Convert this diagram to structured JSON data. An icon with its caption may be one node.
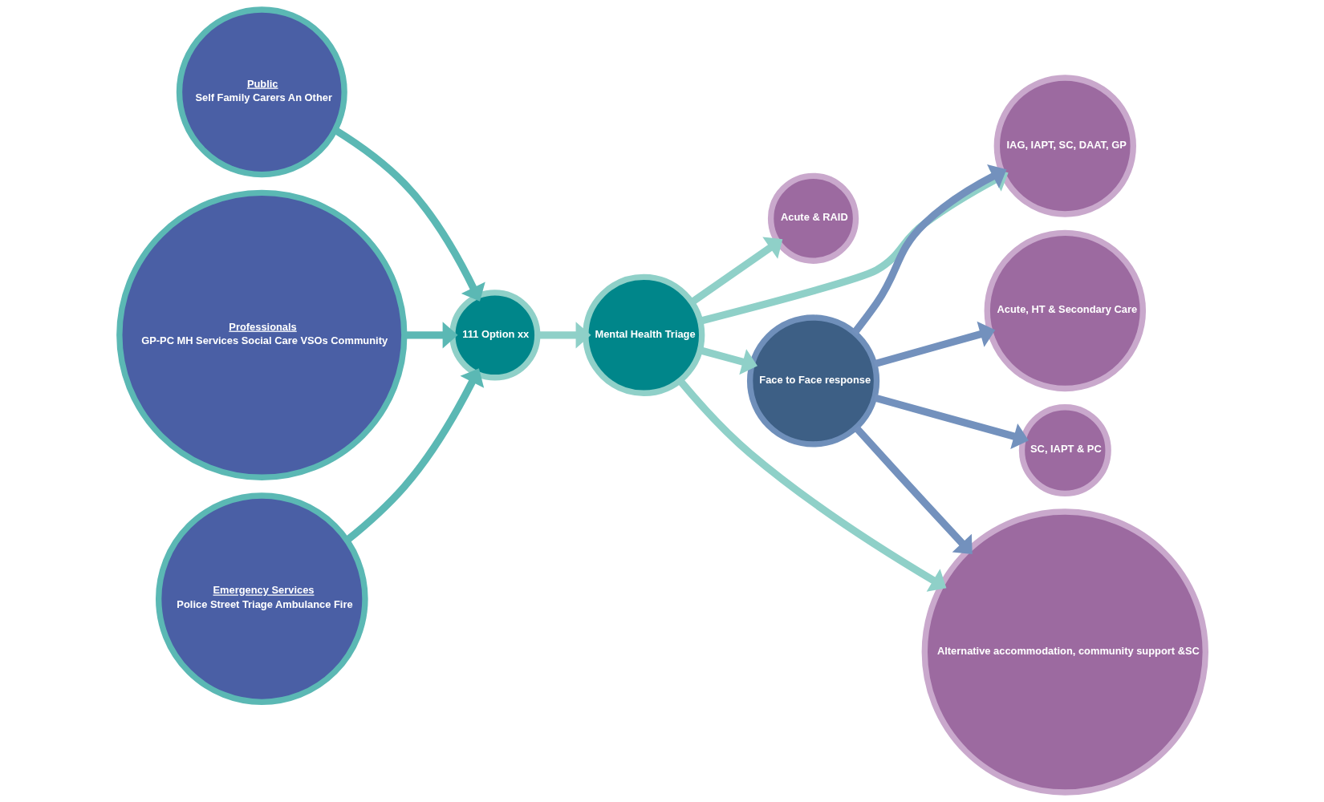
{
  "diagram": {
    "nodes": [
      {
        "text": [
          "Public",
          "Self Family Carers An Other"
        ]
      },
      {
        "text": [
          "Professionals",
          "GP-PC MH Services Social Care VSOs Community"
        ]
      },
      {
        "text": [
          "Emergency Services",
          "Police Street Triage Ambulance Fire"
        ]
      },
      {
        "text": [
          "111 Option xx"
        ]
      },
      {
        "text": [
          "Mental Health Triage"
        ]
      },
      {
        "text": [
          "Acute & RAID"
        ]
      },
      {
        "text": [
          "IAG, IAPT, SC, DAAT, GP"
        ]
      },
      {
        "text": [
          "Face to Face response"
        ]
      },
      {
        "text": [
          "Acute, HT & Secondary Care"
        ]
      },
      {
        "text": [
          "SC, IAPT & PC"
        ]
      },
      {
        "text": [
          "Alternative accommodation, community support &SC"
        ]
      }
    ],
    "edges": [
      {
        "from": 0,
        "to": 3,
        "arrow": "to",
        "color": "#5bb8b4"
      },
      {
        "from": 1,
        "to": 3,
        "arrow": "to",
        "color": "#5bb8b4"
      },
      {
        "from": 2,
        "to": 3,
        "arrow": "to",
        "color": "#5bb8b4"
      },
      {
        "from": 3,
        "to": 4,
        "arrow": "to"
      },
      {
        "from": 4,
        "to": 5,
        "arrow": "to"
      },
      {
        "from": 4,
        "to": 6,
        "arrow": "to"
      },
      {
        "from": 4,
        "to": 7,
        "arrow": "to"
      },
      {
        "from": 4,
        "to": 10,
        "arrow": "to"
      },
      {
        "from": 7,
        "to": 6,
        "arrow": "to",
        "color": "#7391bd"
      },
      {
        "from": 7,
        "to": 8,
        "arrow": "to",
        "color": "#7391bd"
      },
      {
        "from": 7,
        "to": 9,
        "arrow": "to",
        "color": "#7391bd"
      },
      {
        "from": 7,
        "to": 10,
        "arrow": "to",
        "color": "#7391bd"
      }
    ]
  }
}
